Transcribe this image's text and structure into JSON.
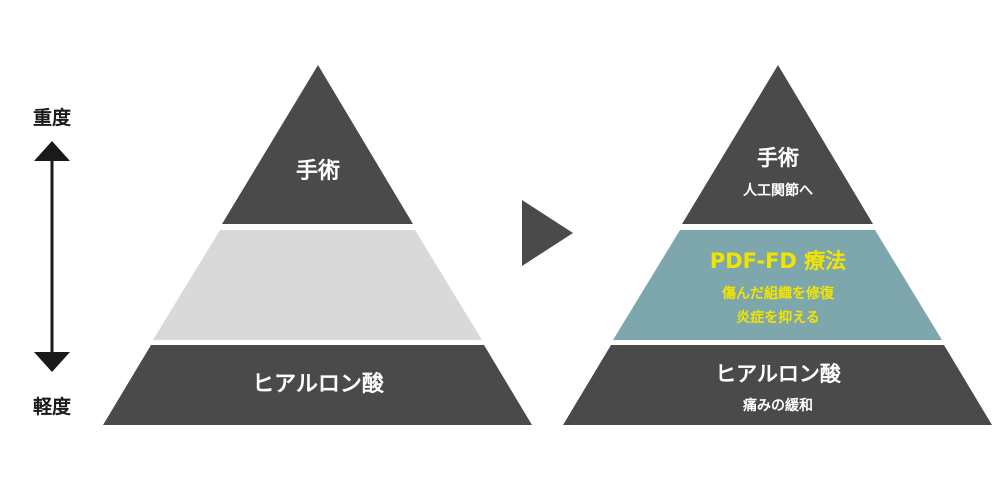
{
  "severity_scale": {
    "high_label": "重度",
    "low_label": "軽度"
  },
  "before_pyramid": {
    "top_label": "手術",
    "middle_label": "",
    "bottom_label": "ヒアルロン酸"
  },
  "after_pyramid": {
    "top_label": "手術",
    "top_sublabel": "人工関節へ",
    "middle_label": "PDF-FD 療法",
    "middle_sub1": "傷んだ組織を修復",
    "middle_sub2": "炎症を抑える",
    "bottom_label": "ヒアルロン酸",
    "bottom_sublabel": "痛みの緩和"
  },
  "colors": {
    "dark_tier": "#4a4a4a",
    "gap_tier": "#d9d9d9",
    "highlight_tier": "#7da7ad",
    "highlight_text": "#f2e400",
    "white_text": "#ffffff",
    "scale_text": "#1a1a1a"
  }
}
